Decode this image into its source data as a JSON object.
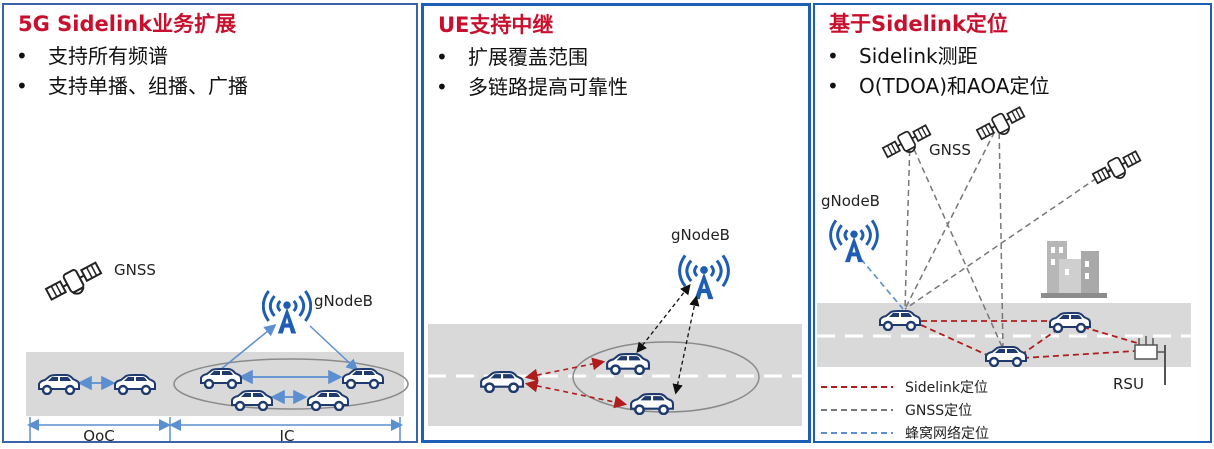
{
  "panels": [
    {
      "title": "5G Sidelink业务扩展",
      "bullets": [
        "支持所有频谱",
        "支持单播、组播、广播"
      ],
      "gnss_label": "GNSS",
      "gnodeb_label": "gNodeB",
      "region_labels": [
        "OoC",
        "IC"
      ]
    },
    {
      "title": "UE支持中继",
      "bullets": [
        "扩展覆盖范围",
        "多链路提高可靠性"
      ],
      "gnodeb_label": "gNodeB"
    },
    {
      "title": "基于Sidelink定位",
      "bullets": [
        "Sidelink测距",
        "O(TDOA)和AOA定位"
      ],
      "gnss_label": "GNSS",
      "gnodeb_label": "gNodeB",
      "rsu_label": "RSU",
      "legend": [
        {
          "label": "Sidelink定位",
          "color": "#b01c1c"
        },
        {
          "label": "GNSS定位",
          "color": "#777777"
        },
        {
          "label": "蜂窝网络定位",
          "color": "#5b8fd0"
        }
      ]
    }
  ],
  "colors": {
    "title": "#c8102e",
    "car": "#1f3a6e",
    "road": "#d9d9d9",
    "antenna": "#1f5db5",
    "sidelink": "#b01c1c",
    "gnss_line": "#777777",
    "cellular": "#5b8fd0",
    "panel_border": "#1d5fb7"
  },
  "icons": [
    "satellite-icon",
    "antenna-tower-icon",
    "car-icon",
    "building-icon",
    "rsu-icon"
  ]
}
